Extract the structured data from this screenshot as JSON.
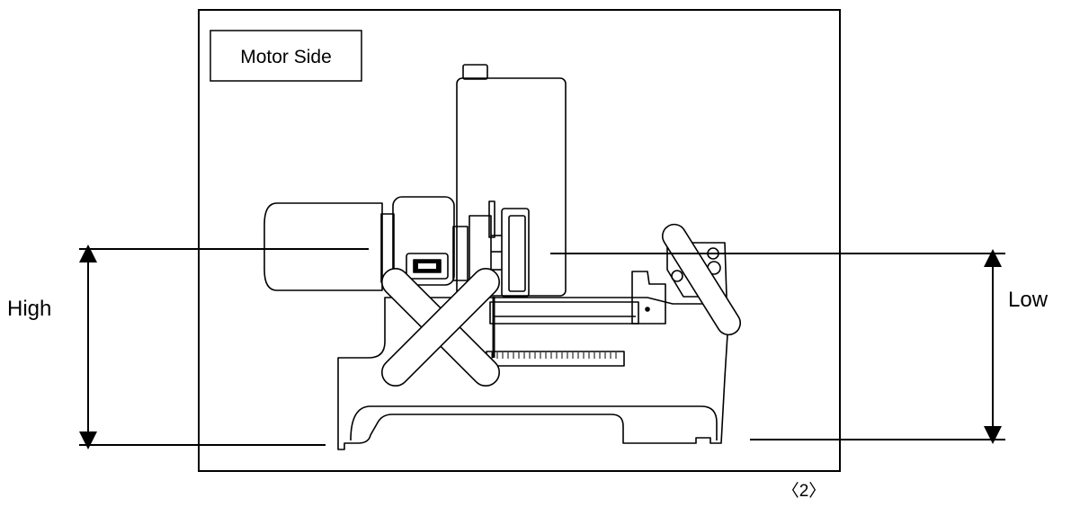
{
  "figure": {
    "box_label": "Motor Side",
    "left_label": "High",
    "right_label": "Low",
    "page_number": "〈2〉"
  }
}
